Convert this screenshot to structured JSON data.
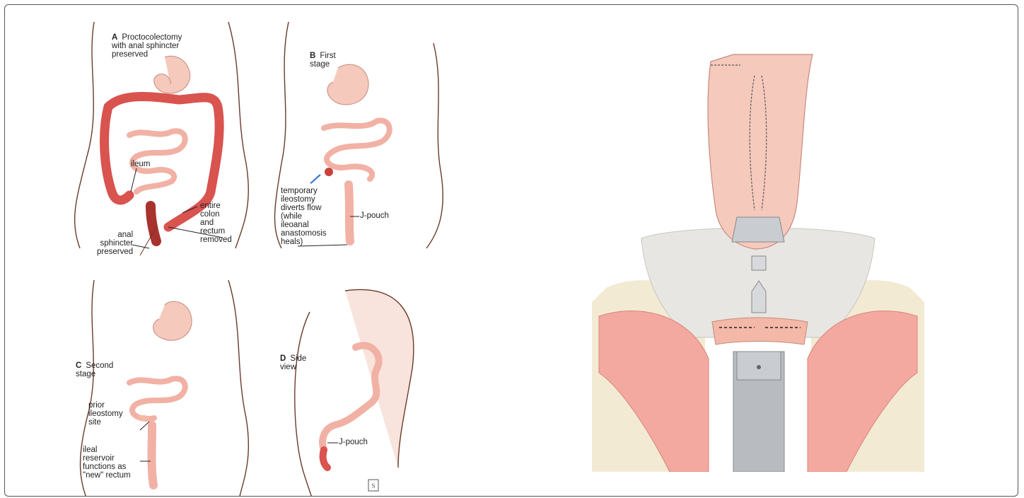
{
  "panels": {
    "A": {
      "letter": "A",
      "title": "Proctocolectomy\nwith anal sphincter\npreserved",
      "ileum": "ileum",
      "removed": "entire\ncolon\nand\nrectum\nremoved",
      "sphincter": "anal\nsphincter\npreserved"
    },
    "B": {
      "letter": "B",
      "title": "First\nstage",
      "ileostomy": "temporary\nileostomy\ndiverts flow\n(while\nileoanal\nanastomosis\nheals)",
      "jpouch": "J-pouch"
    },
    "C": {
      "letter": "C",
      "title": "Second\nstage",
      "prior": "prior\nileostomy\nsite",
      "reservoir": "ileal\nreservoir\nfunctions as\n\"new\" rectum"
    },
    "D": {
      "letter": "D",
      "title": "Side\nview",
      "jpouch": "J-pouch"
    }
  },
  "colors": {
    "skin": "#f6c9bd",
    "colon": "#d9534f",
    "outline": "#6b3a2a",
    "arrow": "#3a78d1",
    "steel": "#b8bcc0",
    "flesh": "#f4a9a0",
    "fat": "#f3ead4"
  }
}
